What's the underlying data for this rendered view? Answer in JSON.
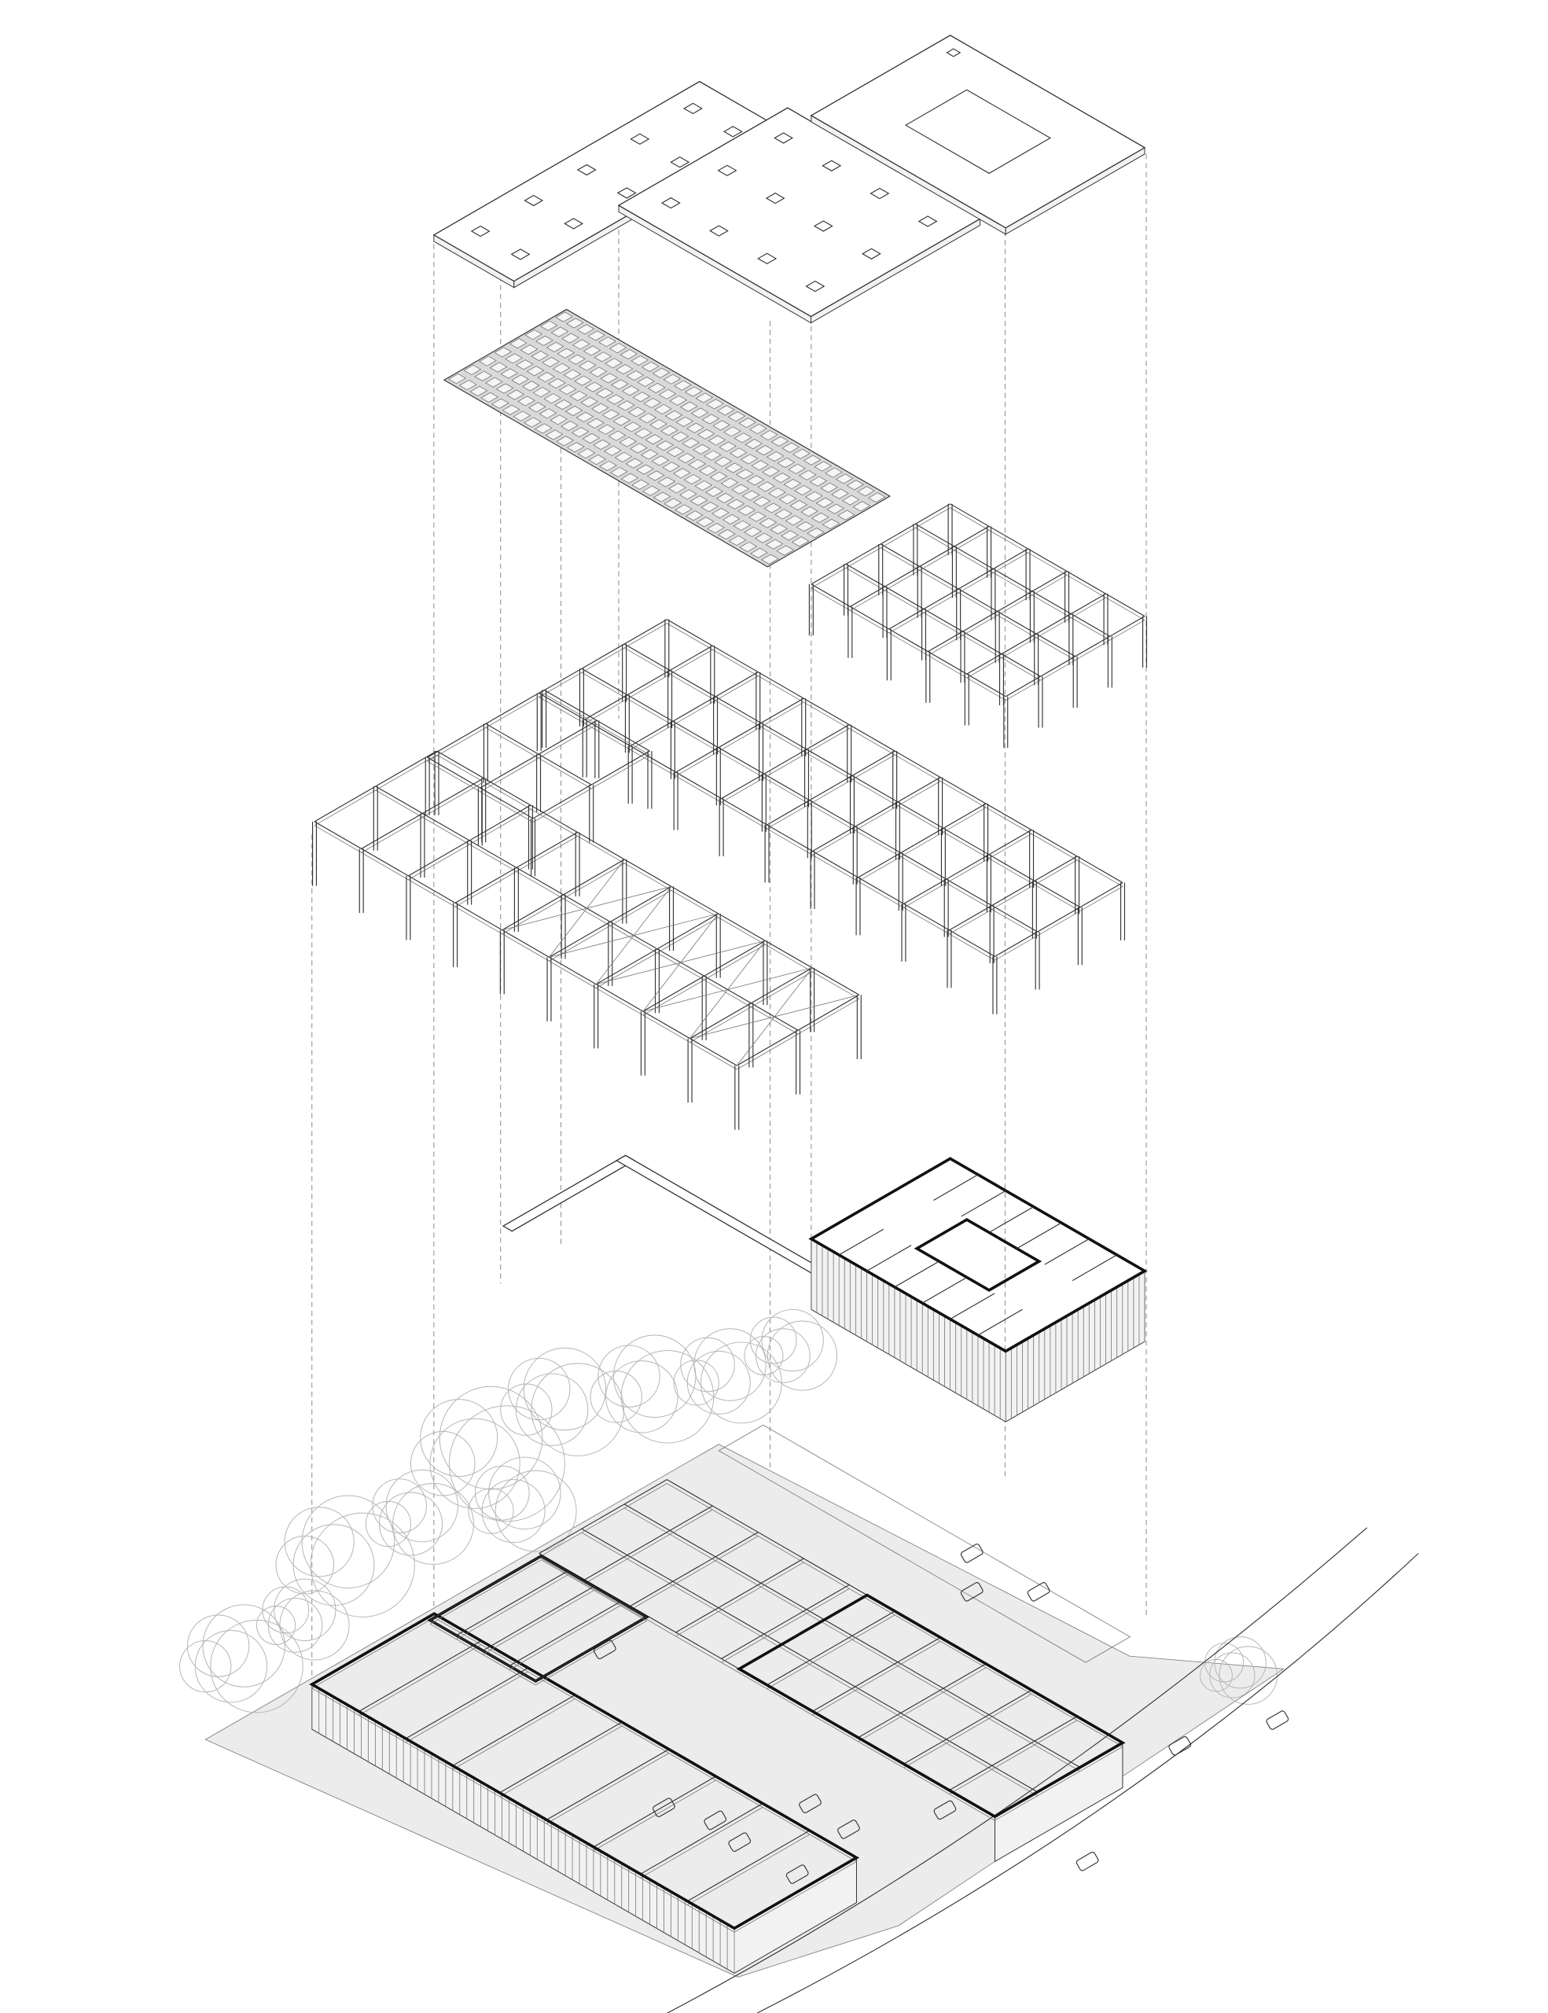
{
  "colors": {
    "background": "#ffffff",
    "line": "#333333",
    "heavy_line": "#111111",
    "solar_fill": "#d9d9d9",
    "tree": "#b5b5b5",
    "ground": "#ececec"
  },
  "layers": {
    "roof_slabs": 3,
    "skylights_slab_a": 10,
    "skylights_slab_b": 12,
    "solar_rows": 8,
    "solar_cols": 30,
    "structure_frames": 2,
    "floor_plates": 1,
    "ground_vehicles": 14
  }
}
